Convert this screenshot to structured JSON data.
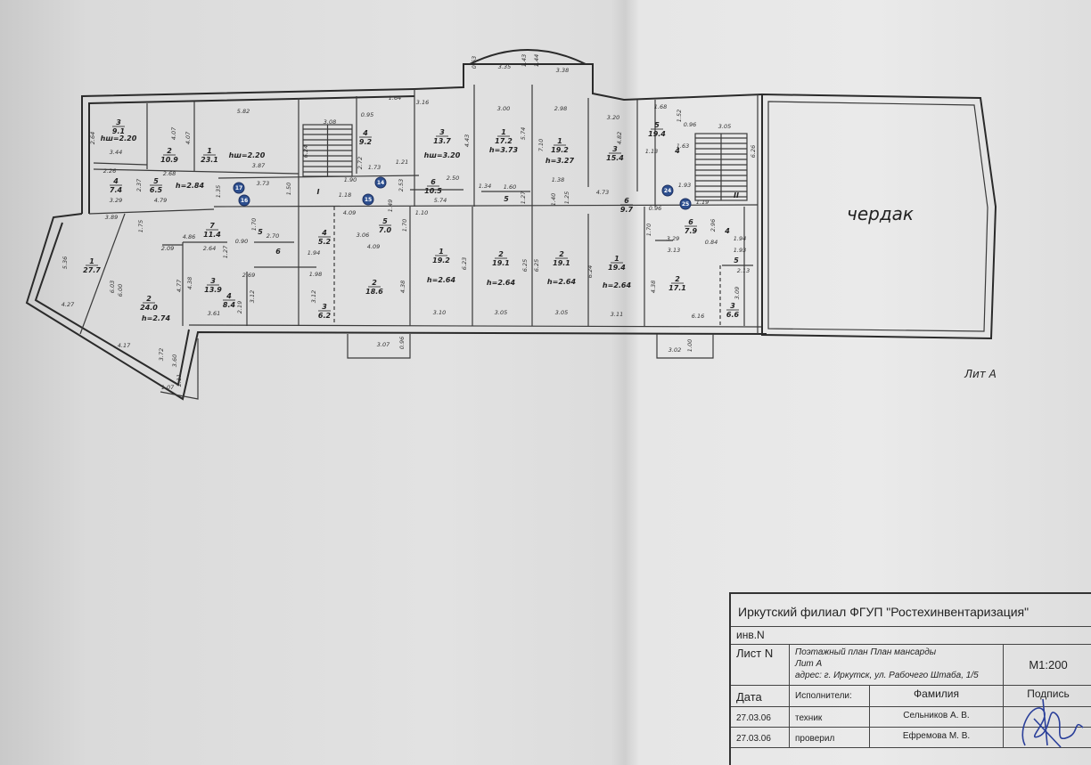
{
  "plan": {
    "attic_label": "чердак",
    "lit_label": "Лит А",
    "section_labels": [
      "I",
      "II"
    ],
    "markers": [
      "17",
      "16",
      "14",
      "15",
      "24",
      "25"
    ],
    "rooms": [
      {
        "num": "3",
        "area": "9.1",
        "h": "hш=2.20"
      },
      {
        "num": "2",
        "area": "10.9",
        "h": ""
      },
      {
        "num": "1",
        "area": "23.1",
        "h": "hш=2.20"
      },
      {
        "num": "4",
        "area": "7.4",
        "h": ""
      },
      {
        "num": "5",
        "area": "6.5",
        "h": "h=2.84"
      },
      {
        "num": "4",
        "area": "9.2",
        "h": ""
      },
      {
        "num": "3",
        "area": "13.7",
        "h": "hш=3.20"
      },
      {
        "num": "1",
        "area": "17.2",
        "h": "h=3.73"
      },
      {
        "num": "1",
        "area": "19.2",
        "h": "h=3.27"
      },
      {
        "num": "3",
        "area": "15.4",
        "h": ""
      },
      {
        "num": "6",
        "area": "10.5",
        "h": ""
      },
      {
        "num": "5",
        "area": "",
        "h": ""
      },
      {
        "num": "6",
        "area": "9.7",
        "h": ""
      },
      {
        "num": "5",
        "area": "19.4",
        "h": ""
      },
      {
        "num": "4",
        "area": "",
        "h": ""
      },
      {
        "num": "1",
        "area": "27.7",
        "h": ""
      },
      {
        "num": "2",
        "area": "24.0",
        "h": "h=2.74"
      },
      {
        "num": "7",
        "area": "11.4",
        "h": ""
      },
      {
        "num": "3",
        "area": "13.9",
        "h": ""
      },
      {
        "num": "4",
        "area": "8.4",
        "h": ""
      },
      {
        "num": "5",
        "area": "",
        "h": ""
      },
      {
        "num": "6",
        "area": "",
        "h": ""
      },
      {
        "num": "4",
        "area": "5.2",
        "h": ""
      },
      {
        "num": "3",
        "area": "6.2",
        "h": ""
      },
      {
        "num": "2",
        "area": "18.6",
        "h": ""
      },
      {
        "num": "5",
        "area": "7.0",
        "h": ""
      },
      {
        "num": "1",
        "area": "19.2",
        "h": "h=2.64"
      },
      {
        "num": "2",
        "area": "19.1",
        "h": "h=2.64"
      },
      {
        "num": "2",
        "area": "19.1",
        "h": "h=2.64"
      },
      {
        "num": "1",
        "area": "19.4",
        "h": "h=2.64"
      },
      {
        "num": "6",
        "area": "7.9",
        "h": ""
      },
      {
        "num": "2",
        "area": "17.1",
        "h": ""
      },
      {
        "num": "3",
        "area": "6.6",
        "h": ""
      },
      {
        "num": "4",
        "area": "",
        "h": ""
      },
      {
        "num": "5",
        "area": "",
        "h": ""
      }
    ],
    "dimensions": [
      "2.64",
      "3.44",
      "4.07",
      "5.82",
      "4.07",
      "3.87",
      "2.26",
      "2.37",
      "2.68",
      "3.29",
      "4.79",
      "1.35",
      "3.73",
      "1.50",
      "3.08",
      "6.24",
      "1.64",
      "0.95",
      "2.72",
      "1.73",
      "1.21",
      "1.90",
      "2.53",
      "1.49",
      "1.18",
      "3.16",
      "4.43",
      "3.00",
      "5.74",
      "2.50",
      "1.34",
      "1.60",
      "1.27",
      "5.74",
      "2.98",
      "7.10",
      "1.38",
      "1.40",
      "1.25",
      "4.82",
      "3.20",
      "4.73",
      "3.35",
      "3.38",
      "1.43",
      "1.44",
      "0.63",
      "1.68",
      "1.52",
      "0.96",
      "1.13",
      "1.63",
      "3.05",
      "6.26",
      "1.93",
      "1.19",
      "0.96",
      "3.89",
      "1.75",
      "2.09",
      "4.86",
      "2.64",
      "1.27",
      "0.90",
      "2.70",
      "1.70",
      "4.09",
      "3.06",
      "4.09",
      "1.70",
      "1.10",
      "5.36",
      "6.03",
      "6.00",
      "4.27",
      "4.17",
      "3.61",
      "2.19",
      "4.77",
      "4.38",
      "2.69",
      "1.98",
      "3.12",
      "3.12",
      "1.94",
      "4.38",
      "3.07",
      "0.96",
      "3.10",
      "6.23",
      "3.05",
      "6.25",
      "6.25",
      "3.05",
      "6.24",
      "3.11",
      "4.38",
      "3.29",
      "3.13",
      "2.96",
      "1.94",
      "1.93",
      "0.84",
      "2.13",
      "3.09",
      "6.16",
      "3.02",
      "1.00",
      "3.72",
      "3.60",
      "2.11",
      "1.07",
      "1.70"
    ]
  },
  "title_block": {
    "organization": "Иркутский филиал ФГУП \"Ростехинвентаризация\"",
    "inv_label": "инв.N",
    "sheet_label": "Лист N",
    "description_line1": "Поэтажный план План мансарды",
    "description_line2": "Лит А",
    "description_line3": "адрес: г. Иркутск, ул. Рабочего Штаба, 1/5",
    "scale": "М1:200",
    "col_date": "Дата",
    "col_performers": "Исполнители:",
    "col_surname": "Фамилия",
    "col_signature": "Подпись",
    "rows": [
      {
        "date": "27.03.06",
        "role": "техник",
        "name": "Сельников А. В."
      },
      {
        "date": "27.03.06",
        "role": "проверил",
        "name": "Ефремова М. В."
      }
    ]
  },
  "colors": {
    "signature": "#2a3f9a",
    "marker": "#2d4f8f"
  }
}
